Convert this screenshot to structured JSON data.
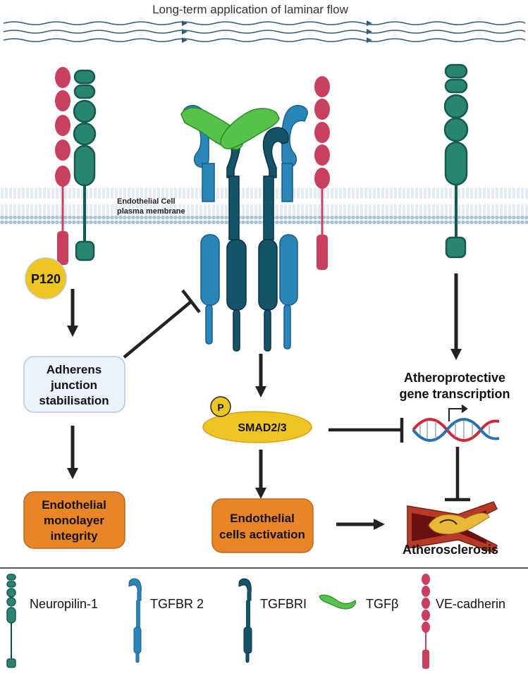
{
  "title": "Long-term application of laminar flow",
  "membrane_label": [
    "Endothelial Cell",
    "plasma membrane"
  ],
  "p120_label": "P120",
  "phospho_label": "P",
  "smad_label": "SMAD2/3",
  "boxes": {
    "adherens": [
      "Adherens",
      "junction",
      "stabilisation"
    ],
    "monolayer": [
      "Endothelial",
      "monolayer",
      "integrity"
    ],
    "activation": [
      "Endothelial",
      "cells activation"
    ]
  },
  "outcomes": {
    "athero_protective": [
      "Atheroprotective",
      "gene transcription"
    ],
    "atherosclerosis": "Atherosclerosis"
  },
  "legend": {
    "neuropilin": "Neuropilin-1",
    "tgfbr2": "TGFBR 2",
    "tgfbr1": "TGFBRI",
    "tgfb": "TGFβ",
    "vecadherin": "VE-cadherin"
  },
  "colors": {
    "neuropilin": "#2a8472",
    "neuropilin_stroke": "#155a4d",
    "vecadherin": "#c9405f",
    "tgfbr2": "#2a86b8",
    "tgfbr2_stroke": "#185f88",
    "tgfbr1": "#14536a",
    "tgfb": "#56c24a",
    "p120": "#eec623",
    "smad": "#eec623",
    "orange_box": "#e98526",
    "blue_box": "#eaf2fb",
    "membrane": "#a9c3de",
    "arrow": "#222222"
  }
}
